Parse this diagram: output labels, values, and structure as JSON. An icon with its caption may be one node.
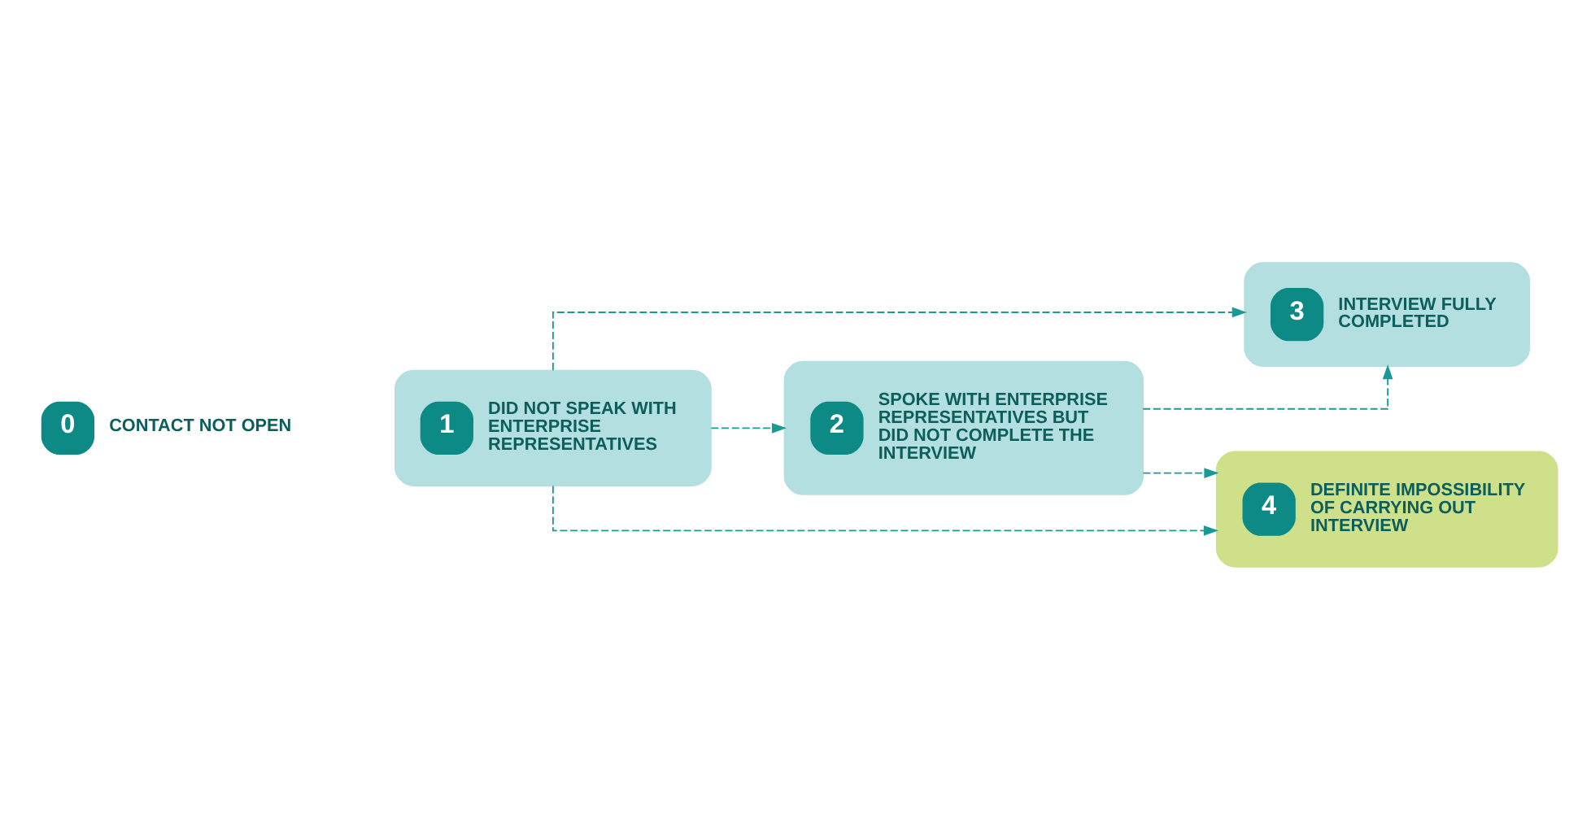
{
  "diagram": {
    "nodes": [
      {
        "text": [
          "0"
        ],
        "beside": [
          "CONTACT NOT OPEN"
        ]
      },
      {
        "text": [
          "1",
          "DID NOT SPEAK WITH ENTERPRISE REPRESENTATIVES"
        ]
      },
      {
        "text": [
          "2",
          "SPOKE WITH ENTERPRISE REPRESENTATIVES BUT DID NOT COMPLETE THE INTERVIEW"
        ]
      },
      {
        "text": [
          "3",
          "INTERVIEW FULLY COMPLETED"
        ]
      },
      {
        "text": [
          "4",
          "DEFINITE IMPOSSIBILITY OF CARRYING OUT INTERVIEW"
        ]
      }
    ],
    "edges": [
      {
        "from": 1,
        "to": 3,
        "arrow": "to",
        "style": "dashed"
      },
      {
        "from": 1,
        "to": 2,
        "arrow": "to",
        "style": "dashed"
      },
      {
        "from": 2,
        "to": 3,
        "arrow": "to",
        "style": "dashed"
      },
      {
        "from": 2,
        "to": 4,
        "arrow": "to",
        "style": "dashed"
      },
      {
        "from": 1,
        "to": 4,
        "arrow": "to",
        "style": "dashed"
      }
    ]
  }
}
